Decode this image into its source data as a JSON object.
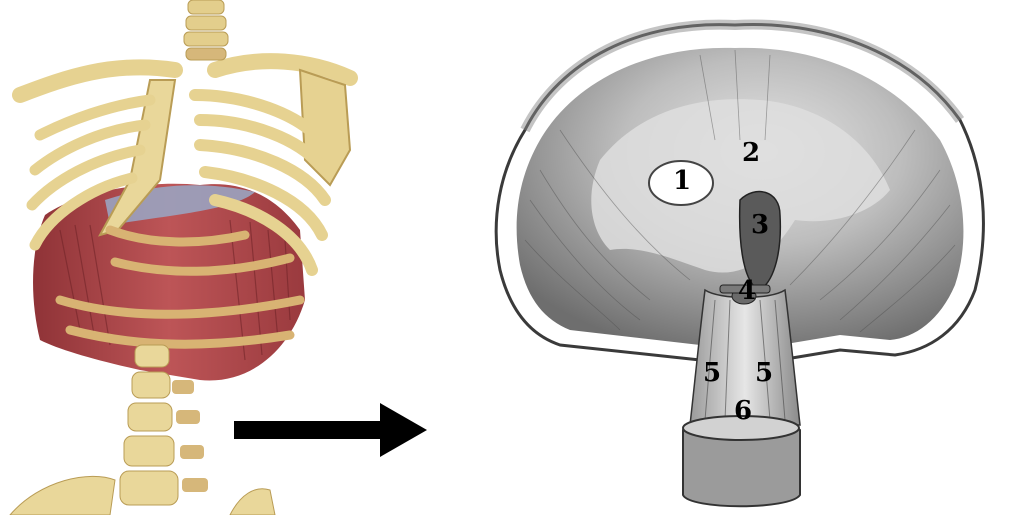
{
  "labels": {
    "foramen_vena_cava": "1",
    "central_tendon": "2",
    "esophageal_hiatus": "3",
    "aortic_hiatus": "4",
    "crus_left": "5",
    "crus_right": "5",
    "vertebral_body": "6"
  },
  "colors": {
    "bone": "#e9d79a",
    "bone_shadow": "#c9b06a",
    "muscle": "#b2474a",
    "muscle_dark": "#7d2b2f",
    "engraving_dark": "#5a5a5a",
    "engraving_light": "#d9d9d9",
    "arrow": "#000000"
  }
}
